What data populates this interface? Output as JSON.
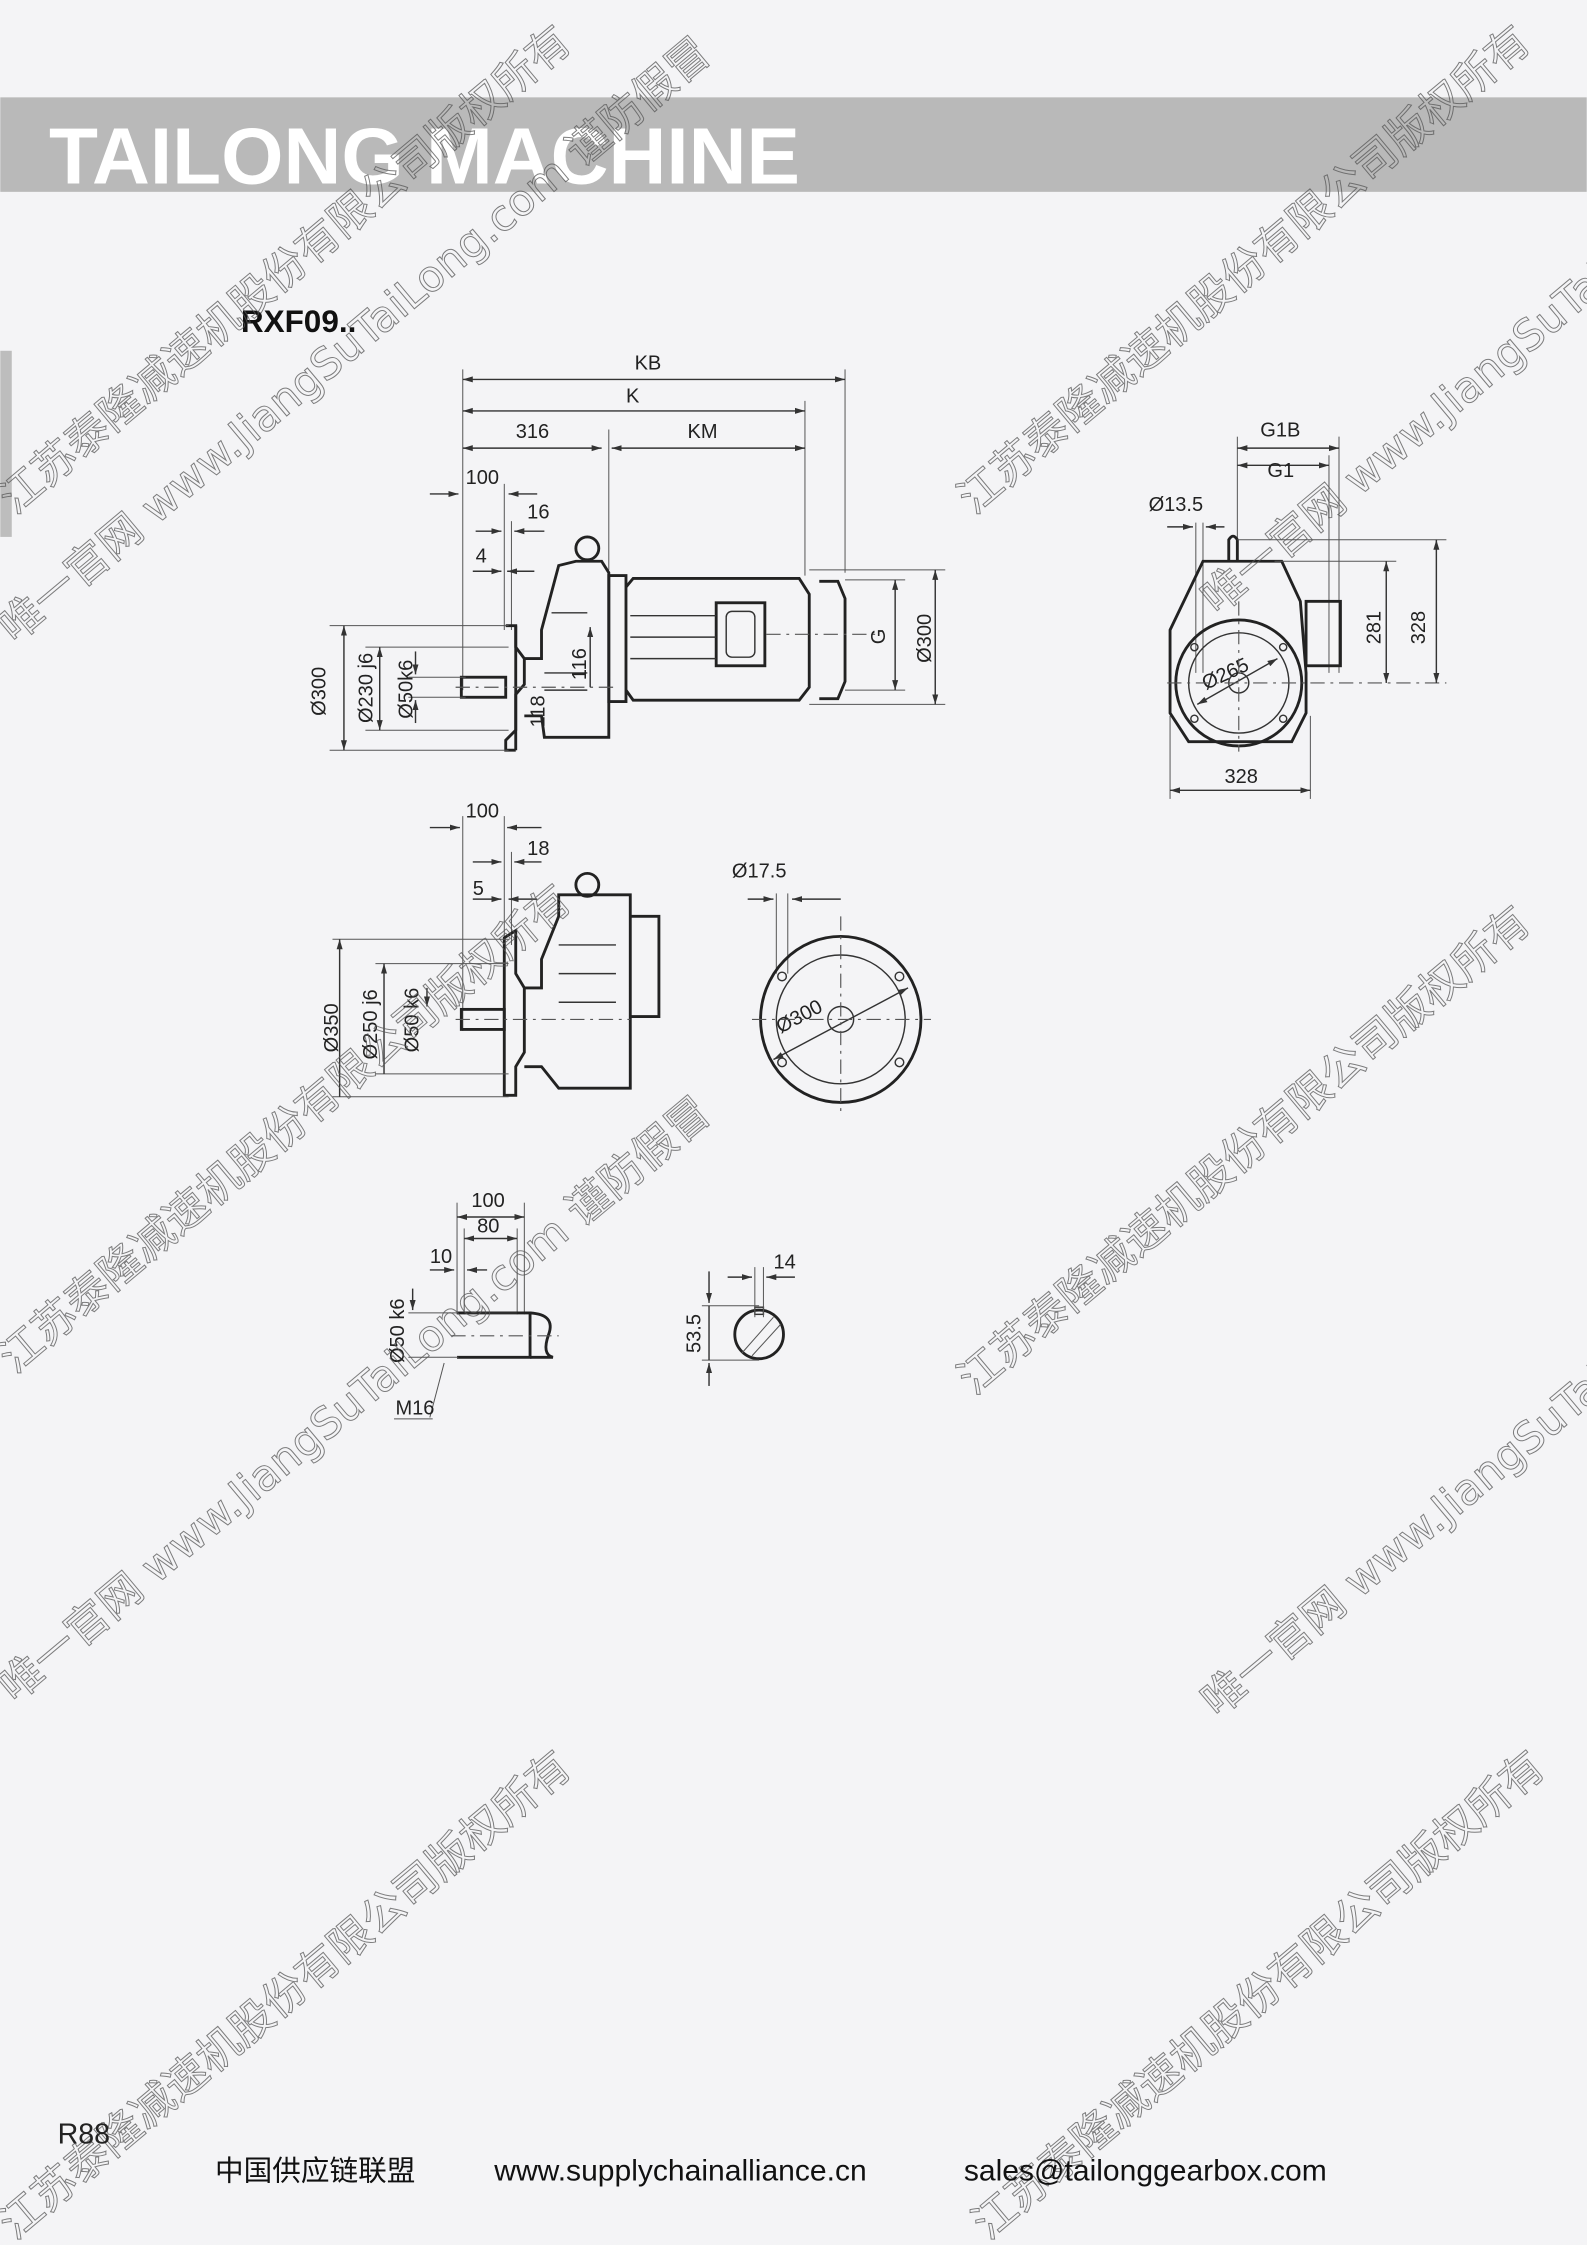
{
  "header": {
    "brand": "TAILONG MACHINE",
    "band_color": "#b9b9b9"
  },
  "model": {
    "title": "RXF09.."
  },
  "front_view": {
    "dims": {
      "KB": "KB",
      "K": "K",
      "d316": "316",
      "KM": "KM",
      "d100": "100",
      "d16": "16",
      "d4": "4",
      "flange_dia": "Ø300",
      "spigot_dia": "Ø230 j6",
      "shaft_dia": "Ø50k6",
      "d116": "116",
      "d118": "118",
      "G": "G",
      "motor_dia": "Ø300"
    }
  },
  "side_view": {
    "dims": {
      "G1B": "G1B",
      "G1": "G1",
      "hole_dia": "Ø13.5",
      "pcd": "Ø265",
      "d281": "281",
      "d328v": "328",
      "d328h": "328"
    }
  },
  "flange_view": {
    "dims": {
      "d100": "100",
      "d18": "18",
      "d5": "5",
      "flange_dia": "Ø350",
      "spigot_dia": "Ø250 j6",
      "shaft_dia": "Ø50 k6",
      "hole_dia": "Ø17.5",
      "pcd": "Ø300"
    }
  },
  "shaft_detail": {
    "dims": {
      "d100": "100",
      "d80": "80",
      "d10": "10",
      "shaft_dia": "Ø50 k6",
      "thread": "M16",
      "key_width": "14",
      "key_height": "53.5"
    }
  },
  "watermarks": {
    "copyright": "江苏泰隆减速机股份有限公司版权所有",
    "official": "唯一官网 www.JiangSuTaiLong.com 谨防假冒"
  },
  "footer": {
    "page": "R88",
    "alliance": "中国供应链联盟",
    "website": "www.supplychainalliance.cn",
    "email": "sales@tailonggearbox.com"
  }
}
